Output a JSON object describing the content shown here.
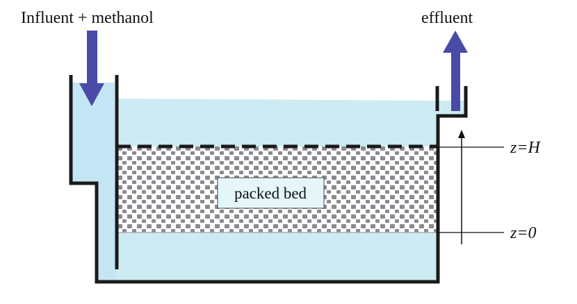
{
  "labels": {
    "influent": "Influent + methanol",
    "effluent": "effluent",
    "packed_bed": "packed bed",
    "z_top": "z=H",
    "z_bottom": "z=0"
  },
  "colors": {
    "water": "#cdebf2",
    "water_inlet": "#c4e6f4",
    "arrow": "#4a4aa8",
    "wall": "#1a1a1a",
    "media": "#8a8a90",
    "label_box": "#e4f6fa"
  }
}
